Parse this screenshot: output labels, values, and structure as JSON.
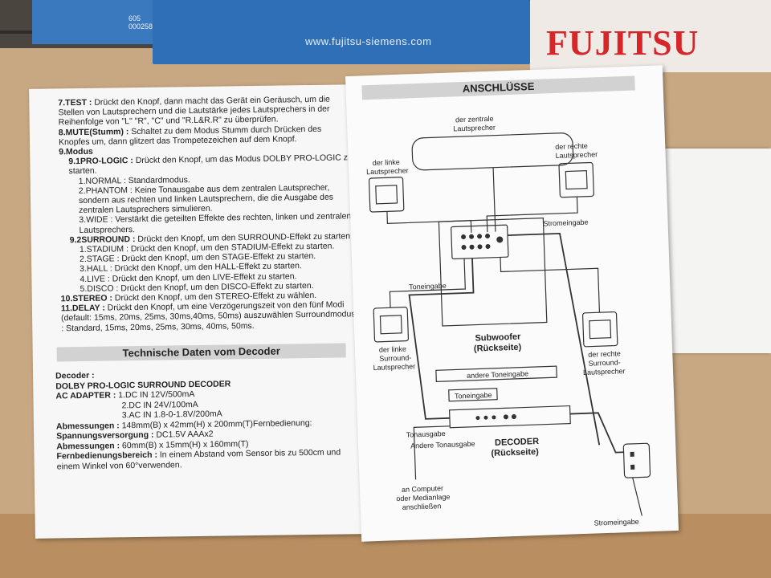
{
  "background": {
    "barcode": "605 000258",
    "url": "www.fujitsu-siemens.com",
    "brand": "FUJITSU"
  },
  "left_page": {
    "items": [
      {
        "label": "7.TEST :",
        "text": "Drückt den Knopf, dann macht das Gerät ein Geräusch, um die Stellen von Lautsprechern und die Lautstärke jedes Lautsprechers in der Reihenfolge von \"L\" \"R\", \"C\" und \"R.L&R.R\" zu überprüfen."
      },
      {
        "label": "8.MUTE(Stumm) :",
        "text": "Schaltet zu dem Modus Stumm durch Drücken des Knopfes um, dann glitzert das Trompetezeichen auf dem Knopf."
      },
      {
        "label": "9.Modus",
        "text": ""
      },
      {
        "label": "9.1PRO-LOGIC :",
        "text": "Drückt den Knopf, um das Modus DOLBY PRO-LOGIC zu starten."
      },
      {
        "label": "",
        "text": "1.NORMAL : Standardmodus."
      },
      {
        "label": "",
        "text": "2.PHANTOM : Keine Tonausgabe aus dem zentralen Lautsprecher, sondern aus rechten und linken Lautsprechern, die die Ausgabe des zentralen Lautsprechers simulieren."
      },
      {
        "label": "",
        "text": "3.WIDE : Verstärkt die geteilten Effekte des rechten, linken und zentralen Lautsprechers."
      },
      {
        "label": "9.2SURROUND :",
        "text": "Drückt den Knopf, um den SURROUND-Effekt zu starten."
      },
      {
        "label": "",
        "text": "1.STADIUM : Drückt den Knopf, um den STADIUM-Effekt zu starten."
      },
      {
        "label": "",
        "text": "2.STAGE : Drückt den Knopf, um den STAGE-Effekt zu starten."
      },
      {
        "label": "",
        "text": "3.HALL : Drückt den Knopf, um den HALL-Effekt zu starten."
      },
      {
        "label": "",
        "text": "4.LIVE : Drückt den Knopf, um den LIVE-Effekt zu starten."
      },
      {
        "label": "",
        "text": "5.DISCO : Drückt den Knopf, um den DISCO-Effekt zu starten."
      },
      {
        "label": "10.STEREO :",
        "text": "Drückt den Knopf, um den STEREO-Effekt zu wählen."
      },
      {
        "label": "11.DELAY :",
        "text": "Drückt den Knopf, um eine Verzögerungszeit von den fünf Modi (default: 15ms, 20ms, 25ms, 30ms,40ms, 50ms) auszuwählen Surroundmodus : Standard, 15ms, 20ms, 25ms, 30ms, 40ms, 50ms."
      }
    ],
    "section_title": "Technische Daten vom Decoder",
    "specs": {
      "decoder_label": "Decoder :",
      "decoder_value": "DOLBY PRO-LOGIC SURROUND DECODER",
      "ac_label": "AC ADAPTER :",
      "ac_values": [
        "1.DC IN 12V/500mA",
        "2.DC IN 24V/100mA",
        "3.AC IN 1.8-0-1.8V/200mA"
      ],
      "dim_label": "Abmessungen :",
      "dim_value": "148mm(B) x 42mm(H) x 200mm(T)Fernbedienung:",
      "power_label": "Spannungsversorgung :",
      "power_value": "DC1.5V AAAx2",
      "dim2_label": "Abmessungen :",
      "dim2_value": "60mm(B) x 15mm(H) x 160mm(T)",
      "range_label": "Fernbedienungsbereich :",
      "range_value": "In einem Abstand vom Sensor bis zu 500cm und einem Winkel von 60°verwenden."
    }
  },
  "right_page": {
    "title": "ANSCHLÜSSE",
    "labels": {
      "center": [
        "der zentrale",
        "Lautsprecher"
      ],
      "left": [
        "der linke",
        "Lautsprecher"
      ],
      "right": [
        "der rechte",
        "Lautsprecher"
      ],
      "power_in_top": "Stromeingabe",
      "tone_in": "Toneingabe",
      "left_surround": [
        "der linke",
        "Surround-",
        "Lautsprecher"
      ],
      "right_surround": [
        "der rechte",
        "Surround-",
        "Lautsprecher"
      ],
      "subwoofer": [
        "Subwoofer",
        "(Rückseite)"
      ],
      "other_in": "andere Toneingabe",
      "tone_in_small": "Toneingabe",
      "tone_out": "Tonausgabe",
      "other_out": "Andere Tonausgabe",
      "decoder": [
        "DECODER",
        "(Rückseite)"
      ],
      "computer": [
        "an Computer",
        "oder Medianlage",
        "anschließen"
      ],
      "power_in_bottom": "Stromeingabe"
    }
  }
}
